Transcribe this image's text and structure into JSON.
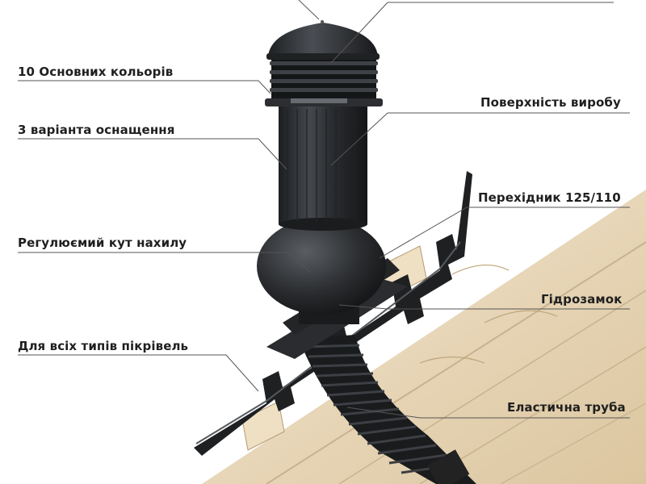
{
  "labels": {
    "colors": "10 Основних кольорів",
    "equipment": "3 варіанта оснащення",
    "tilt": "Регулюємий кут нахилу",
    "roof_types": "Для всіх типів пікрівель",
    "surface": "Поверхність виробу",
    "adapter": "Перехідник 125/110",
    "water_lock": "Гідрозамок",
    "elastic_pipe": "Еластична труба"
  },
  "colors": {
    "product": "#2b2d30",
    "product_highlight": "#5a5e63",
    "leader": "#555555",
    "wood": "#e8d6b6",
    "wood_grain": "#c9b28d",
    "text": "#1f1f1f"
  },
  "icons": {
    "vent": "roof-vent-illustration"
  }
}
